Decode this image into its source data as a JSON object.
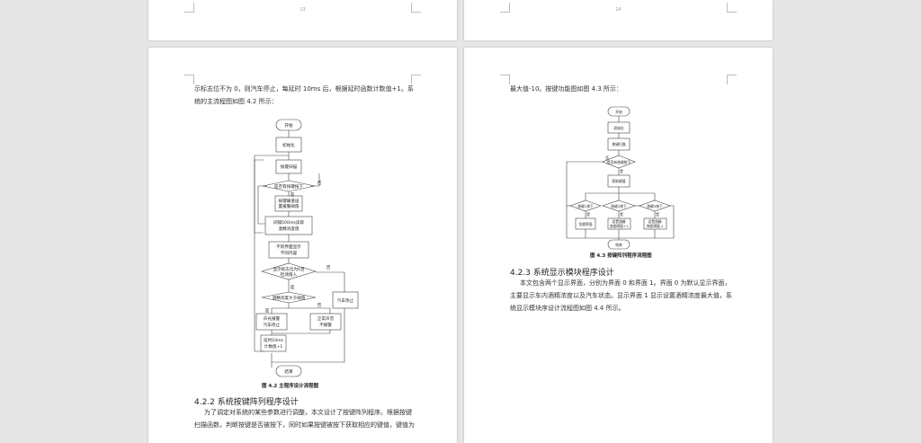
{
  "pages": {
    "top_left_number": "13",
    "top_right_number": "14"
  },
  "left": {
    "para1_line1": "示标志位不为 0，则汽车停止，每延时 10ms 后，根据延时函数计数值+1。系",
    "para1_line2": "统的主流程图如图 4.2 所示：",
    "flow": {
      "start": "开始",
      "init": "初始化",
      "scan": "按键扫描",
      "decision_key": "是否有按键按下",
      "set_threshold_1": "按键确值设",
      "set_threshold_2": "置报警阈值",
      "read_1": "间隔500ms读取",
      "read_2": "酒精浓度值",
      "display_1": "不同界面显示",
      "display_2": "不同内容",
      "decision_flag_1": "显示标志位为0且",
      "decision_flag_2": "检测值入",
      "decision_over": "酒精浓度大于阈值",
      "buzz_1": "声光报警",
      "buzz_2": "汽车停止",
      "normal_1": "正常声音",
      "normal_2": "不报警",
      "stop": "汽车停止",
      "delay_1": "延时10ms",
      "delay_2": "计数值+1",
      "end": "结束",
      "yes": "是",
      "no": "否"
    },
    "figure_caption": "图 4.2  主程序设计流程图",
    "section_heading": "4.2.2  系统按键阵列程序设计",
    "para2_line1": "为了调定对系统的某些参数进行调整，本文设计了按键阵列程序。根据按键",
    "para2_line2": "扫描函数，判断按键是否被按下，同时如果按键被按下获取相应的键值，键值为"
  },
  "right": {
    "para1_line1": "最大值-10。按键功能图如图 4.3 所示：",
    "flow": {
      "start": "开始",
      "init": "初始化",
      "scan": "按键扫描",
      "decision_key": "是否有按键按下",
      "read": "获取键值",
      "decision_a": "按键1按下",
      "decision_b": "按键2按下",
      "decision_c": "按键3按下",
      "act_a": "切换界面",
      "act_b_1": "设置酒精",
      "act_b_2": "浓度阈值+1",
      "act_c_1": "设置酒精",
      "act_c_2": "浓度阈值-1",
      "end": "结束",
      "yes": "是",
      "no": "否"
    },
    "figure_caption": "图 4.3  按键阵列程序流程图",
    "section_heading": "4.2.3  系统显示模块程序设计",
    "para2_line1": "本文包含两个显示界面，分别为界面 0 和界面 1。界面 0 为默认显示界面，",
    "para2_line2": "主要显示车内酒精浓度以及汽车状态。显示界面 1 显示设置酒精浓度最大值，系",
    "para2_line3": "统显示模块序设计流程图如图 4.4 所示。"
  }
}
